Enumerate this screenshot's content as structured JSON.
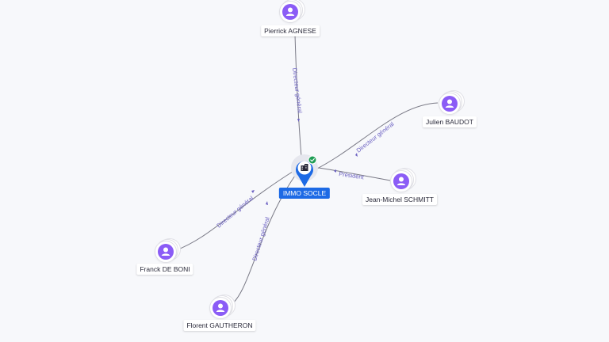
{
  "company": {
    "name": "IMMO SOCLE",
    "icon": "building-icon",
    "verified_icon": "check-badge-icon",
    "accent_color": "#1d6ae5",
    "verified_color": "#1f9d55"
  },
  "people": [
    {
      "name": "Pierrick AGNESE",
      "role": "Directeur général"
    },
    {
      "name": "Julien BAUDOT",
      "role": "Directeur général"
    },
    {
      "name": "Jean-Michel SCHMITT",
      "role": "Président"
    },
    {
      "name": "Franck DE BONI",
      "role": "Directeur général"
    },
    {
      "name": "Florent GAUTHERON",
      "role": "Directeur général"
    }
  ],
  "person_icon": "user-icon",
  "person_color": "#8b5cf6",
  "edge_label_color": "#6a5fc1"
}
